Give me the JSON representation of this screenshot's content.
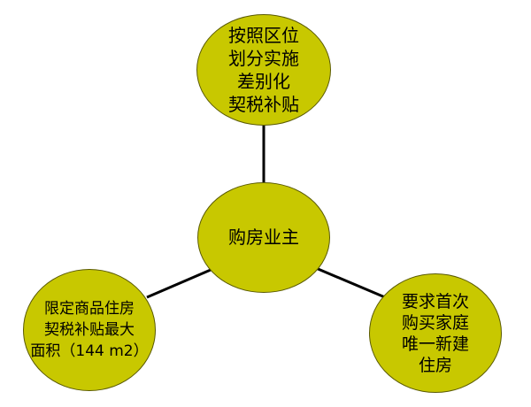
{
  "diagram": {
    "center": {
      "label": "购房业主"
    },
    "top": {
      "label": "按照区位\n划分实施\n差别化\n契税补贴"
    },
    "left": {
      "label": "限定商品住房\n契税补贴最大\n面积（144 m2）"
    },
    "right": {
      "label": "要求首次\n购买家庭\n唯一新建\n住房"
    }
  },
  "colors": {
    "node_fill": "#c8c800",
    "node_border": "#5a5a00",
    "edge": "#000000"
  }
}
